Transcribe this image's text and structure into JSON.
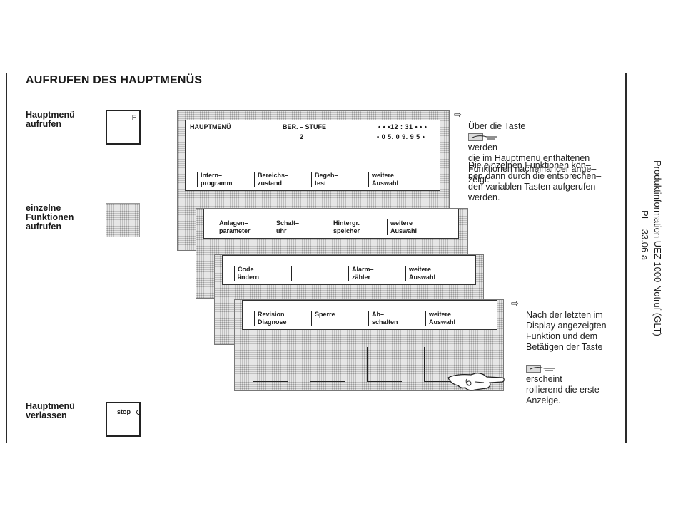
{
  "title": "AUFRUFEN DES HAUPTMENÜS",
  "left_labels": {
    "call_main": "Hauptmenü\naufrufen",
    "call_functions": "einzelne\nFunktionen\naufrufen",
    "leave_main": "Hauptmenü\nverlassen"
  },
  "keys": {
    "f_key": "F",
    "stop_key": "stop"
  },
  "screen1": {
    "title": "HAUPTMENÜ",
    "stage_label": "BER. – STUFE",
    "stage_value": "2",
    "time": "• • •12 : 31 • • •",
    "date": "• 0 5. 0 9. 9 5 •",
    "functions": [
      "Intern–\nprogramm",
      "Bereichs–\nzustand",
      "Begeh–\ntest",
      "weitere\nAuswahl"
    ]
  },
  "screen2": {
    "functions": [
      "Anlagen–\nparameter",
      "Schalt–\nuhr",
      "Hintergr.\nspeicher",
      "weitere\nAuswahl"
    ]
  },
  "screen3": {
    "functions": [
      "Code\nändern",
      "",
      "Alarm–\nzähler",
      "weitere\nAuswahl"
    ]
  },
  "screen4": {
    "functions": [
      "Revision\nDiagnose",
      "Sperre",
      "Ab–\nschalten",
      "weitere\nAuswahl"
    ]
  },
  "desc1": {
    "before_icon": "Über die Taste",
    "after_icon": "werden",
    "rest": "die im Hauptmenü enthaltenen\nFunktionen nacheinander ange–\nzeigt."
  },
  "desc2": "Die einzelnen Funktionen kön–\nnen dann durch die entsprechen–\nden variablen Tasten aufgerufen\nwerden.",
  "desc3": {
    "before_icon": "Nach der letzten im\nDisplay angezeigten\nFunktion und dem\nBetätigen der Taste",
    "after_icon": "erscheint",
    "rest": "rollierend die erste\nAnzeige."
  },
  "side_text": {
    "line1": "Produktinformation UEZ 1000 Notruf (GLT)",
    "line2": "PI – 33.06 a"
  },
  "icons": {
    "arrow": "hollow-right-arrow",
    "key": "pointing-hand-key",
    "hand": "pointing-hand"
  }
}
